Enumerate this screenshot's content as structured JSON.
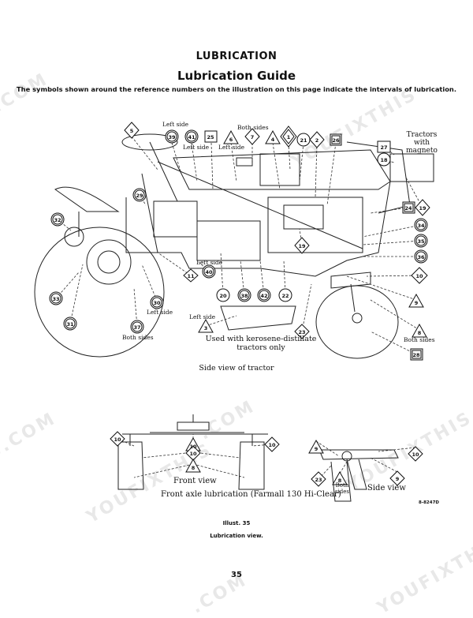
{
  "header": {
    "section": "LUBRICATION",
    "title": "Lubrication Guide",
    "intro": "The symbols shown around the reference numbers on the illustration on this page indicate the intervals of lubrication."
  },
  "side_view": {
    "callouts": [
      "5",
      "39",
      "41",
      "25",
      "6",
      "7",
      "4",
      "1",
      "21",
      "2",
      "26",
      "27",
      "18",
      "29",
      "32",
      "24",
      "19",
      "34",
      "35",
      "36",
      "19",
      "10",
      "9",
      "8",
      "28",
      "23",
      "33",
      "30",
      "31",
      "37",
      "3",
      "11",
      "40",
      "20",
      "38",
      "42",
      "22"
    ],
    "labels": {
      "left_side_1": "Left side",
      "left_side_2": "Left side",
      "left_side_3": "Left side",
      "both_sides_1": "Both sides",
      "tractors_magneto": "Tractors with magneto",
      "left_side_4": "Left side",
      "left_side_5": "Left side",
      "both_sides_2": "Both sides",
      "left_side_6": "Left side",
      "both_sides_3": "Both sides",
      "kerosene": "Used with kerosene-distillate tractors only"
    },
    "caption": "Side view of tractor"
  },
  "front_axle": {
    "callouts": [
      "10",
      "10",
      "8",
      "10",
      "9",
      "10",
      "23",
      "8",
      "9",
      "10"
    ],
    "labels": {
      "front_view": "Front view",
      "both_sides": "Both sides",
      "side_view": "Side view"
    },
    "caption": "Front axle lubrication (Farmall 130 Hi-Clear)",
    "drawing_code": "8-8247D"
  },
  "footer": {
    "illustration": "Illust. 35",
    "illustration_caption": "Lubrication view.",
    "page_number": "35"
  },
  "watermark": "YOUFIXTHIS.COM"
}
